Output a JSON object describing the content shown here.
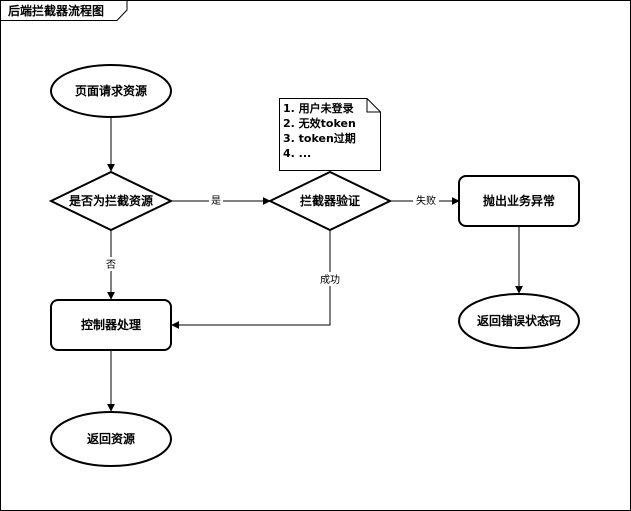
{
  "frame": {
    "title": "后端拦截器流程图"
  },
  "nodes": {
    "start": "页面请求资源",
    "decision": "是否为拦截资源",
    "verify": "拦截器验证",
    "exception": "抛出业务异常",
    "error_code": "返回错误状态码",
    "controller": "控制器处理",
    "return": "返回资源"
  },
  "edges": {
    "yes": "是",
    "no": "否",
    "fail": "失败",
    "success": "成功"
  },
  "note": {
    "lines": [
      "1. 用户未登录",
      "2. 无效token",
      "3. token过期",
      "4. ..."
    ]
  }
}
